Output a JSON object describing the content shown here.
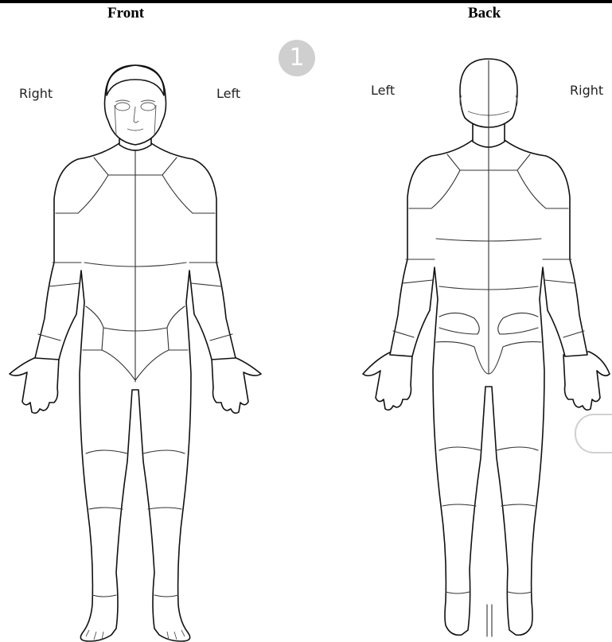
{
  "headings": {
    "front": "Front",
    "back": "Back"
  },
  "front_labels": {
    "right": "Right",
    "left": "Left"
  },
  "back_labels": {
    "left": "Left",
    "right": "Right"
  },
  "badge": {
    "number": "1"
  },
  "icons": {
    "front_figure": "front-body-outline",
    "back_figure": "back-body-outline"
  }
}
